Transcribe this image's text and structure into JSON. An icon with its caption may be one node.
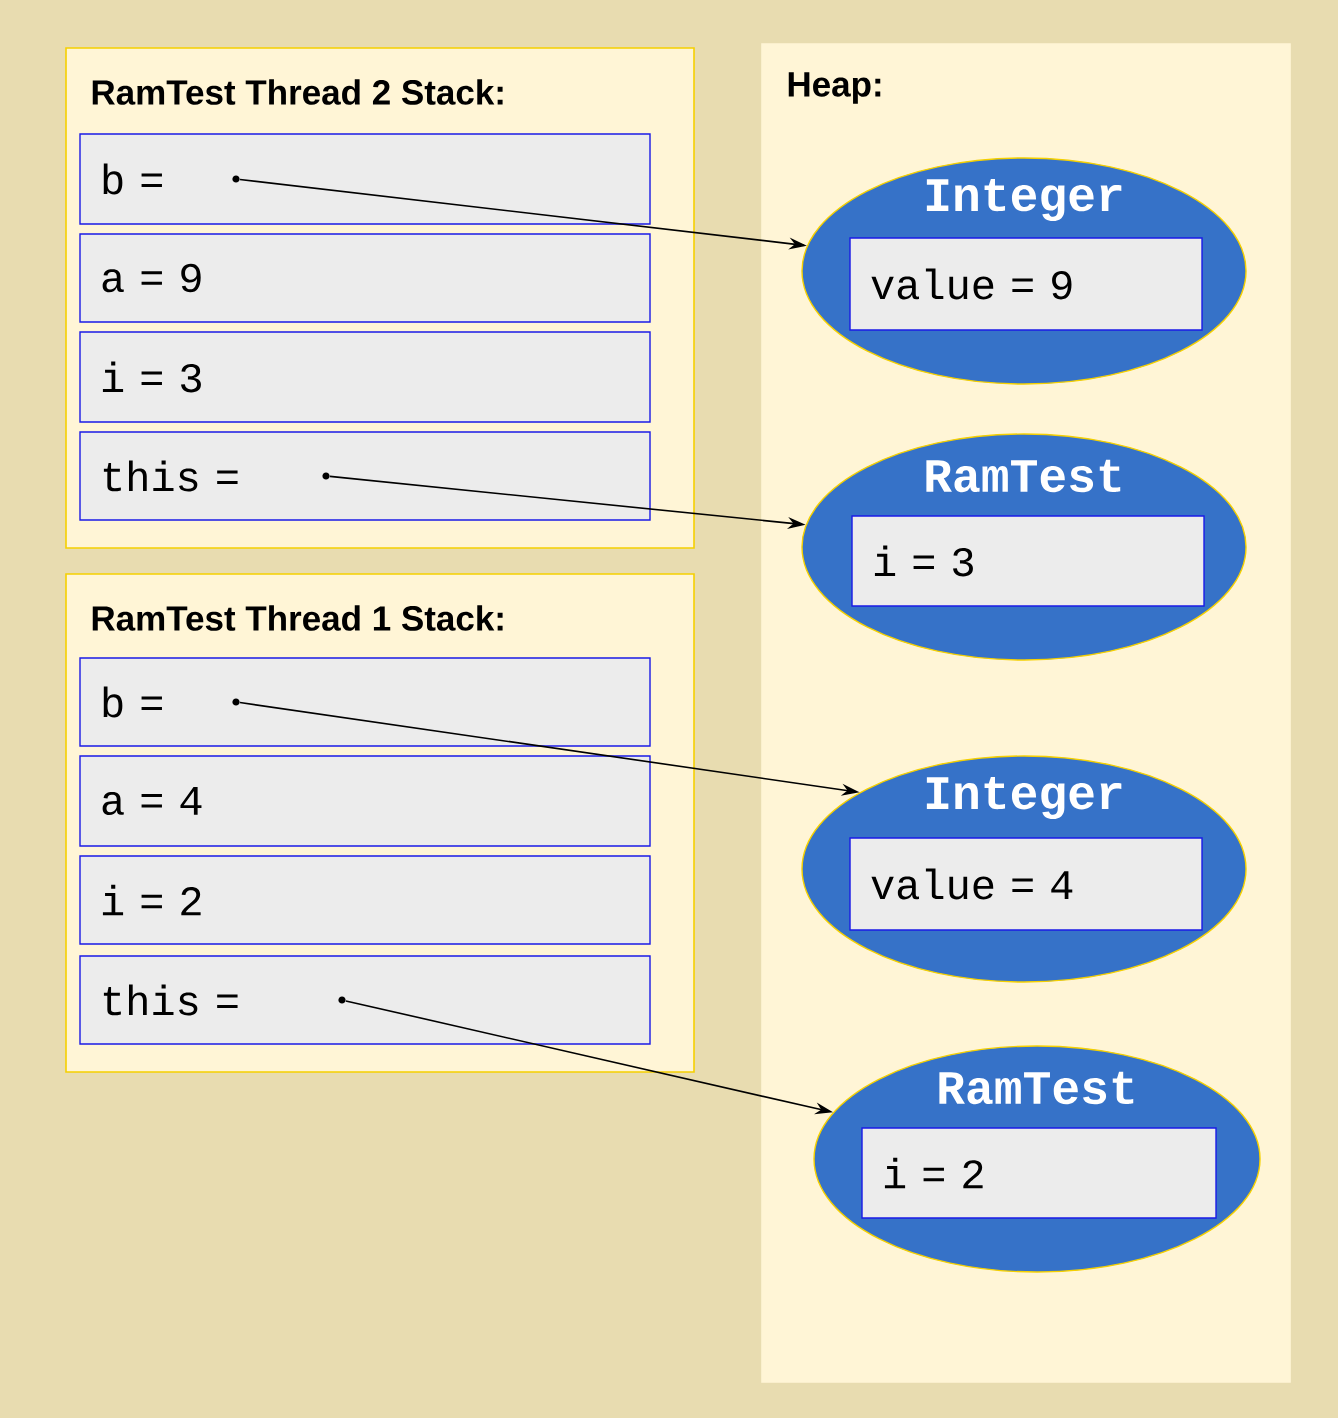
{
  "diagram": {
    "nodes": [
      {
        "text": [
          "RamTest Thread 2 Stack:"
        ]
      },
      {
        "text": [
          "b ="
        ],
        "in": 0
      },
      {
        "text": [
          "a = 9"
        ],
        "in": 0
      },
      {
        "text": [
          "i = 3"
        ],
        "in": 0
      },
      {
        "text": [
          "this ="
        ],
        "in": 0
      },
      {
        "text": [
          "RamTest Thread 1 Stack:"
        ]
      },
      {
        "text": [
          "b ="
        ],
        "in": 5
      },
      {
        "text": [
          "a = 4"
        ],
        "in": 5
      },
      {
        "text": [
          "i = 2"
        ],
        "in": 5
      },
      {
        "text": [
          "this ="
        ],
        "in": 5
      },
      {
        "text": [
          "Heap:"
        ]
      },
      {
        "text": [
          "Integer"
        ],
        "in": 10
      },
      {
        "text": [
          "value = 9"
        ],
        "in": 11
      },
      {
        "text": [
          "RamTest"
        ],
        "in": 10
      },
      {
        "text": [
          "i = 3"
        ],
        "in": 13
      },
      {
        "text": [
          "Integer"
        ],
        "in": 10
      },
      {
        "text": [
          "value = 4"
        ],
        "in": 15
      },
      {
        "text": [
          "RamTest"
        ],
        "in": 10
      },
      {
        "text": [
          "i = 2"
        ],
        "in": 17
      },
      {
        "text": [],
        "shape": "circle",
        "in": 1
      },
      {
        "text": [],
        "shape": "circle",
        "in": 4
      },
      {
        "text": [],
        "shape": "circle",
        "in": 6
      },
      {
        "text": [],
        "shape": "circle",
        "in": 9
      }
    ],
    "edges": [
      {
        "from": 19,
        "to": 11,
        "arrow": "to"
      },
      {
        "from": 20,
        "to": 13,
        "arrow": "to"
      },
      {
        "from": 21,
        "to": 15,
        "arrow": "to"
      },
      {
        "from": 22,
        "to": 17,
        "arrow": "to"
      }
    ]
  }
}
